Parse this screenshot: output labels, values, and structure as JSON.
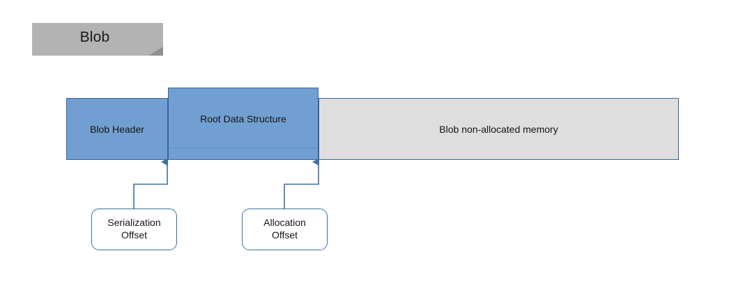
{
  "diagram": {
    "note": {
      "label": "Blob"
    },
    "memory_bar": {
      "segments": [
        {
          "id": "blob-header",
          "label": "Blob Header",
          "fill": "#729fd2"
        },
        {
          "id": "root-data",
          "label": "Root Data Structure",
          "fill": "#729fd2"
        },
        {
          "id": "non-allocated",
          "label": "Blob non-allocated memory",
          "fill": "#dedede"
        }
      ],
      "border_color": "#34659e"
    },
    "callouts": [
      {
        "id": "serialization-offset",
        "line1": "Serialization",
        "line2": "Offset",
        "points_to": "blob-header-right-edge"
      },
      {
        "id": "allocation-offset",
        "line1": "Allocation",
        "line2": "Offset",
        "points_to": "root-data-right-edge"
      }
    ],
    "colors": {
      "note_fill": "#b3b3b3",
      "note_fold": "#8f8f8f",
      "segment_blue": "#729fd2",
      "segment_gray": "#dedede",
      "outline_blue": "#34659e",
      "connector_blue": "#3c6fa6",
      "text": "#141414"
    }
  }
}
